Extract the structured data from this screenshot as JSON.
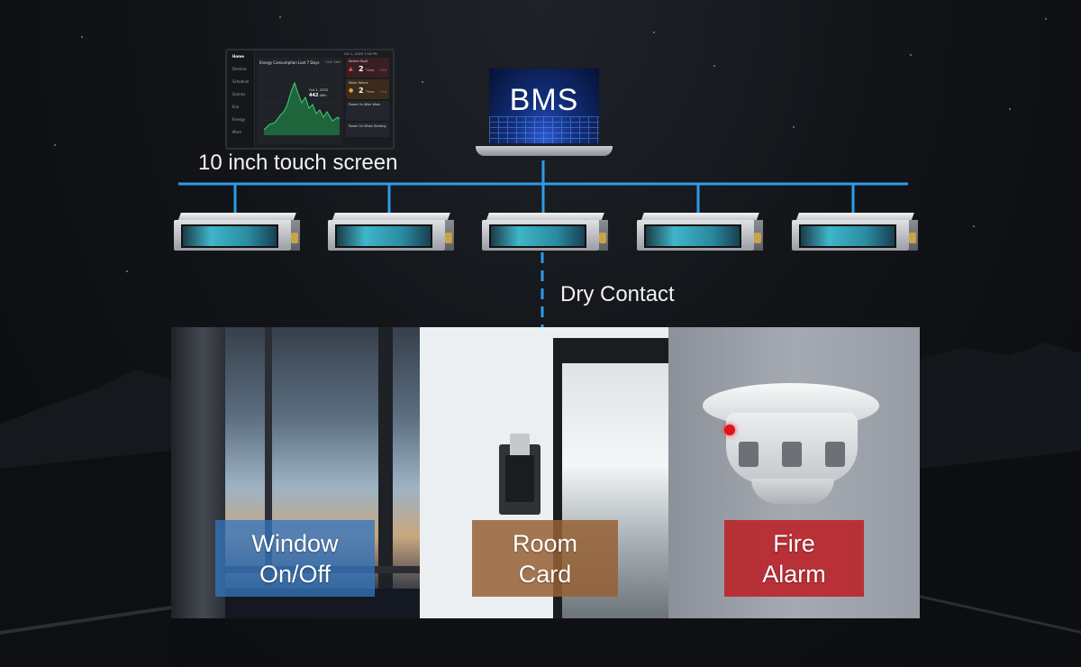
{
  "diagram": {
    "touch_screen_label": "10 inch touch screen",
    "bms_label": "BMS",
    "dry_contact_label": "Dry Contact",
    "accent_color": "#2f9be8",
    "indoor_unit_count": 5,
    "inputs": [
      {
        "label_line1": "Window",
        "label_line2": "On/Off",
        "color": "#3475bd"
      },
      {
        "label_line1": "Room",
        "label_line2": "Card",
        "color": "#976035"
      },
      {
        "label_line1": "Fire",
        "label_line2": "Alarm",
        "color": "#b8272c"
      }
    ]
  },
  "touch_screen": {
    "status_time": "Oct 1, 2025  7:16 PM",
    "menu": [
      "Home",
      "Devices",
      "Schedule",
      "Scenes",
      "Eco",
      "Energy",
      "More"
    ],
    "chart_title": "Energy Consumption Last 7 Days",
    "chart_range": "Unit: kWh",
    "tooltip_date": "Oct 1, 2025",
    "tooltip_value": "442",
    "tooltip_unit": "kWh",
    "cards": [
      {
        "title": "Severe Fault",
        "count": "2",
        "unit": "Times",
        "delta": "+0.8"
      },
      {
        "title": "Minor Failure",
        "count": "2",
        "unit": "Times",
        "delta": "+0.8"
      },
      {
        "title": "Power On After Work",
        "count": "",
        "unit": "",
        "delta": ""
      },
      {
        "title": "Power On When Starting",
        "count": "",
        "unit": "",
        "delta": ""
      }
    ]
  }
}
